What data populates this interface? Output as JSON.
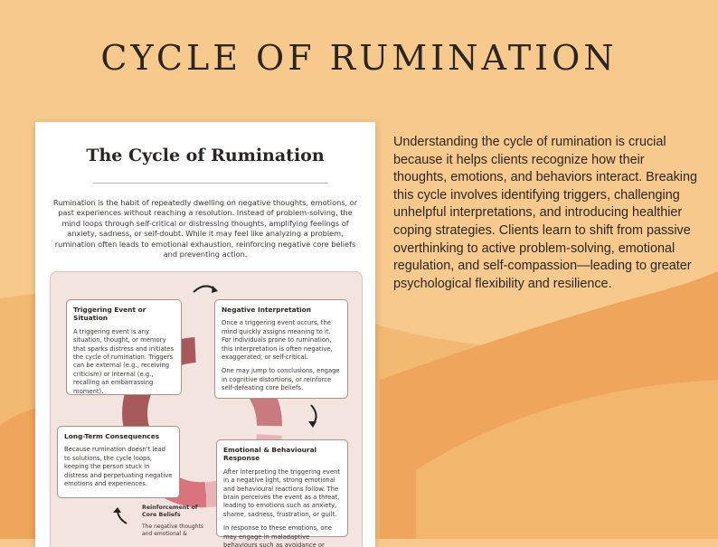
{
  "headline": "CYCLE OF RUMINATION",
  "description": "Understanding the cycle of rumination is crucial because it helps clients recognize how their thoughts, emotions, and behaviors interact. Breaking this cycle involves identifying triggers, challenging unhelpful interpretations, and introducing healthier coping strategies. Clients learn to shift from passive overthinking to active problem-solving, emotional regulation, and self-compassion—leading to greater psychological flexibility and resilience.",
  "sheet": {
    "title": "The  Cycle of Rumination",
    "intro": "Rumination is the habit of repeatedly dwelling on negative thoughts, emotions, or past experiences without reaching a resolution. Instead of problem-solving, the mind loops through self-critical or distressing thoughts, amplifying feelings of anxiety, sadness, or self-doubt. While it may feel like analyzing a problem, rumination often leads to emotional exhaustion, reinforcing negative core beliefs and preventing action.",
    "cards": {
      "trigger": {
        "title": "Triggering Event or Situation",
        "body": "A triggering event is any situation, thought, or memory that sparks distress and initiates the cycle of rumination. Triggers can be external (e.g., receiving criticism) or internal (e.g., recalling an embarrassing moment)."
      },
      "interpretation": {
        "title": "Negative Interpretation",
        "body1": "Once a triggering event occurs, the mind quickly assigns meaning to it. For individuals prone to rumination, this interpretation is often negative, exaggerated, or self-critical.",
        "body2": "One may jump to conclusions, engage in cognitive distortions, or reinforce self-defeating core beliefs."
      },
      "emotional": {
        "title": "Emotional & Behavioural Response",
        "body1": "After interpreting the triggering event in a negative light, strong emotional and behavioural reactions follow. The brain perceives the event as a threat, leading to emotions such as anxiety, shame, sadness, frustration, or guilt.",
        "body2": "In response to these emotions, one may engage in maladaptive behaviours such as avoidance or inaction to cope."
      },
      "longterm": {
        "title": "Long-Term Consequences",
        "body": "Because rumination doesn't lead to solutions, the cycle loops, keeping the person stuck in distress and perpetuating negative emotions and experiences."
      },
      "reinforcement": {
        "title": "Reinforcement of Core Beliefs",
        "body": "The negative thoughts and emotional &"
      }
    }
  },
  "colors": {
    "background": "#f7c98c",
    "ring_dark": "#a85a5a",
    "ring_mid": "#d9747c",
    "ring_light": "#e8b4b6"
  }
}
